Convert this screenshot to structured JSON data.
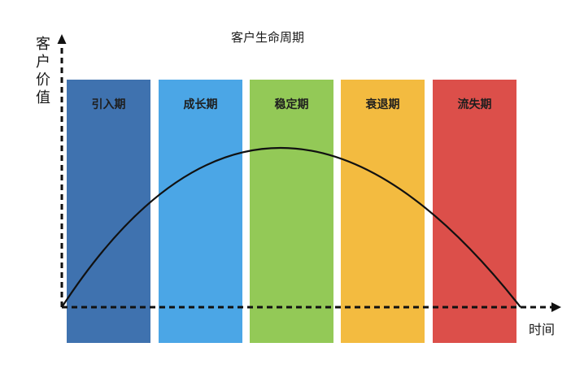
{
  "title": "客户生命周期",
  "axes": {
    "y_label": "客户价值",
    "x_label": "时间"
  },
  "stages": [
    {
      "label": "引入期",
      "color": "#3F72AF"
    },
    {
      "label": "成长期",
      "color": "#4BA6E6"
    },
    {
      "label": "稳定期",
      "color": "#93C957"
    },
    {
      "label": "衰退期",
      "color": "#F3BB40"
    },
    {
      "label": "流失期",
      "color": "#DC4F4A"
    }
  ],
  "colors": {
    "axis": "#111111",
    "curve": "#111111",
    "background": "#ffffff"
  }
}
